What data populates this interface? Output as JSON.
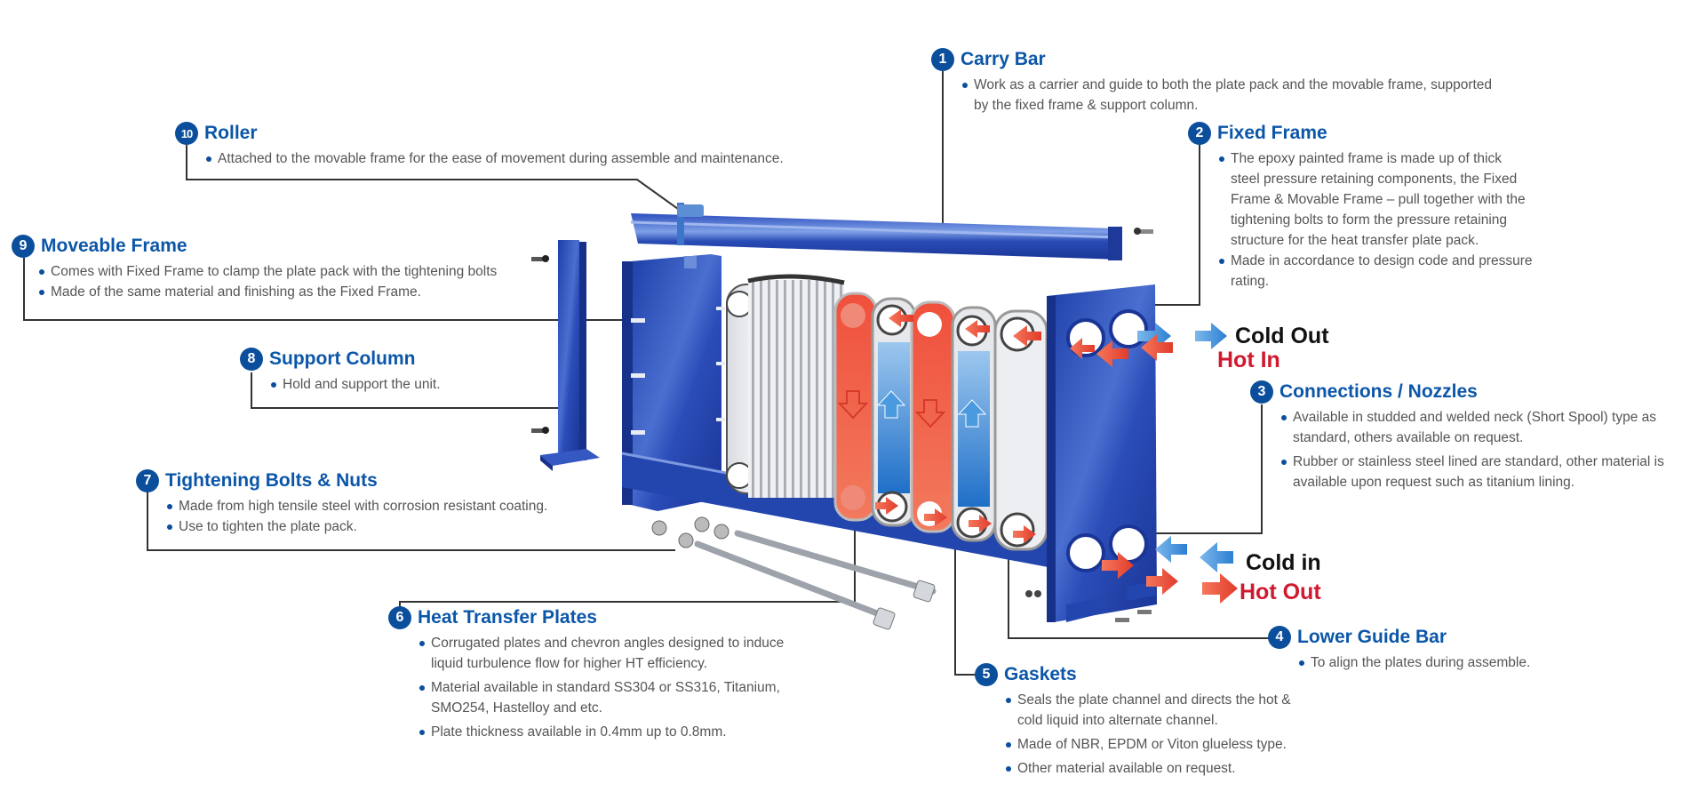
{
  "colors": {
    "accent_blue": "#0b56a8",
    "badge_blue": "#0b4f9c",
    "frame_blue": "#2447b0",
    "hot_red": "#e8483a",
    "cold_blue": "#2e86d6",
    "hot_label": "#d0192f",
    "body_text": "#555555",
    "leader_line": "#333333"
  },
  "callouts": [
    {
      "number": "1",
      "title": "Carry Bar",
      "bullets": [
        "Work as a carrier and guide to both the plate pack and the movable frame, supported by the fixed frame & support column."
      ]
    },
    {
      "number": "2",
      "title": "Fixed Frame",
      "bullets": [
        "The epoxy painted frame is made up of thick steel pressure retaining components, the Fixed Frame & Movable Frame – pull together with the tightening bolts to form the pressure retaining structure for the heat transfer plate pack.",
        "Made in accordance to design code and pressure rating."
      ]
    },
    {
      "number": "3",
      "title": "Connections / Nozzles",
      "bullets": [
        "Available in studded and welded neck (Short Spool) type as standard, others available on request.",
        "Rubber or stainless steel lined are standard, other material is available upon request such as titanium lining."
      ]
    },
    {
      "number": "4",
      "title": "Lower Guide Bar",
      "bullets": [
        "To align the plates during assemble."
      ]
    },
    {
      "number": "5",
      "title": "Gaskets",
      "bullets": [
        "Seals the plate channel and directs the hot & cold liquid into alternate channel.",
        "Made of NBR, EPDM or Viton glueless type.",
        "Other material available on request."
      ]
    },
    {
      "number": "6",
      "title": "Heat Transfer Plates",
      "bullets": [
        "Corrugated plates and chevron angles designed to induce liquid turbulence flow for higher HT efficiency.",
        "Material available in standard SS304 or SS316, Titanium, SMO254, Hastelloy and etc.",
        "Plate thickness available in 0.4mm up to 0.8mm."
      ]
    },
    {
      "number": "7",
      "title": "Tightening Bolts & Nuts",
      "bullets": [
        "Made from high tensile steel with corrosion resistant coating.",
        "Use to tighten the plate pack."
      ]
    },
    {
      "number": "8",
      "title": "Support Column",
      "bullets": [
        "Hold and support the unit."
      ]
    },
    {
      "number": "9",
      "title": "Moveable Frame",
      "bullets": [
        "Comes with Fixed Frame to clamp the plate pack with the tightening bolts",
        "Made of the same material and finishing as the Fixed Frame."
      ]
    },
    {
      "number": "10",
      "title": "Roller",
      "bullets": [
        "Attached to the movable frame for the ease of movement during assemble and maintenance."
      ]
    }
  ],
  "flow_labels": {
    "cold_out": "Cold Out",
    "hot_in": "Hot In",
    "cold_in": "Cold in",
    "hot_out": "Hot Out"
  },
  "icons": {
    "plate_arrow_down": "arrow-down-icon",
    "plate_arrow_up": "arrow-up-icon",
    "nozzle_arrow_in": "arrow-left-icon",
    "nozzle_arrow_out": "arrow-right-icon"
  }
}
